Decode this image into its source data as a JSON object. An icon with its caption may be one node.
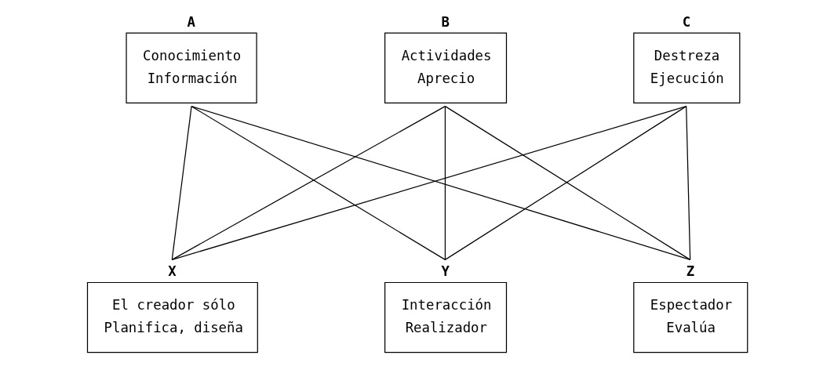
{
  "diagram": {
    "nodes": [
      {
        "text": [
          "A",
          "Conocimiento",
          "Información"
        ]
      },
      {
        "text": [
          "B",
          "Actividades",
          "Aprecio"
        ]
      },
      {
        "text": [
          "C",
          "Destreza",
          "Ejecución"
        ]
      },
      {
        "text": [
          "X",
          "El creador sólo",
          "Planifica, diseña"
        ]
      },
      {
        "text": [
          "Y",
          "Interacción",
          "Realizador"
        ]
      },
      {
        "text": [
          "Z",
          "Espectador",
          "Evalúa"
        ]
      }
    ],
    "edges": [
      {
        "from": 0,
        "to": 3,
        "arrow": "none"
      },
      {
        "from": 0,
        "to": 4,
        "arrow": "none"
      },
      {
        "from": 0,
        "to": 5,
        "arrow": "none"
      },
      {
        "from": 1,
        "to": 3,
        "arrow": "none"
      },
      {
        "from": 1,
        "to": 4,
        "arrow": "none"
      },
      {
        "from": 1,
        "to": 5,
        "arrow": "none"
      },
      {
        "from": 2,
        "to": 3,
        "arrow": "none"
      },
      {
        "from": 2,
        "to": 4,
        "arrow": "none"
      },
      {
        "from": 2,
        "to": 5,
        "arrow": "none"
      }
    ]
  }
}
